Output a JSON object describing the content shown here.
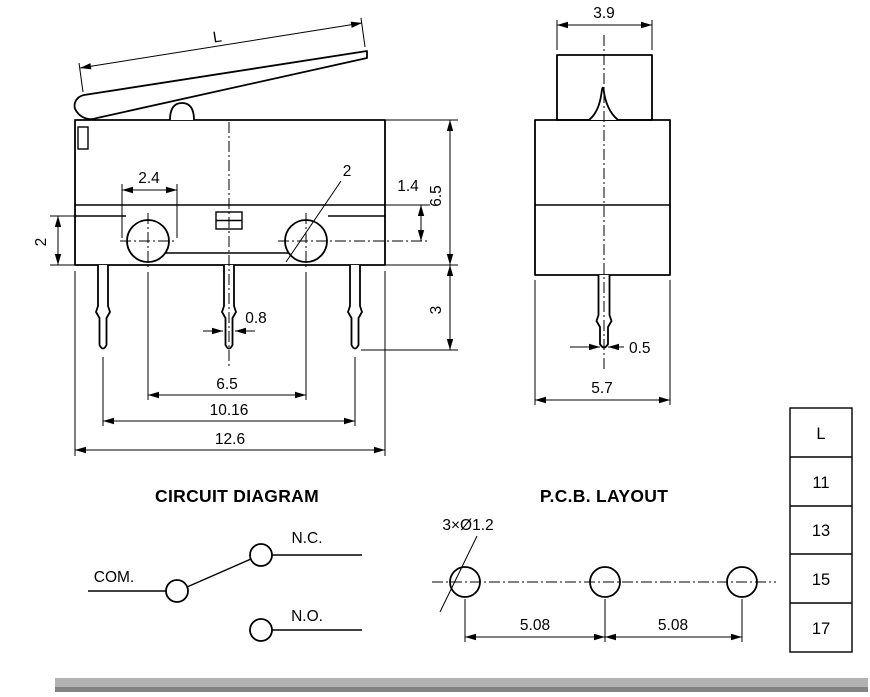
{
  "front_view": {
    "lever_dim": "L",
    "dim_top_width": "2.4",
    "dim_hole_diameter": "2",
    "dim_left_step": "2",
    "dim_shoulder": "1.4",
    "dim_body_height": "6.5",
    "dim_pin_length": "3",
    "dim_pin_width": "0.8",
    "dim_hole_spacing": "6.5",
    "dim_outer_pin_spacing": "10.16",
    "dim_body_width": "12.6"
  },
  "side_view": {
    "dim_button_width": "3.9",
    "dim_pin_width": "0.5",
    "dim_body_depth": "5.7"
  },
  "circuit": {
    "title": "CIRCUIT DIAGRAM",
    "com_label": "COM.",
    "nc_label": "N.C.",
    "no_label": "N.O."
  },
  "pcb": {
    "title": "P.C.B. LAYOUT",
    "holes_label": "3×Ø1.2",
    "pitch_left": "5.08",
    "pitch_right": "5.08"
  },
  "length_table": {
    "header": "L",
    "values": [
      "11",
      "13",
      "15",
      "17"
    ]
  },
  "colors": {
    "line": "#000000",
    "footer_bar_top": "#b2b2b2",
    "footer_bar_bottom": "#838383"
  }
}
